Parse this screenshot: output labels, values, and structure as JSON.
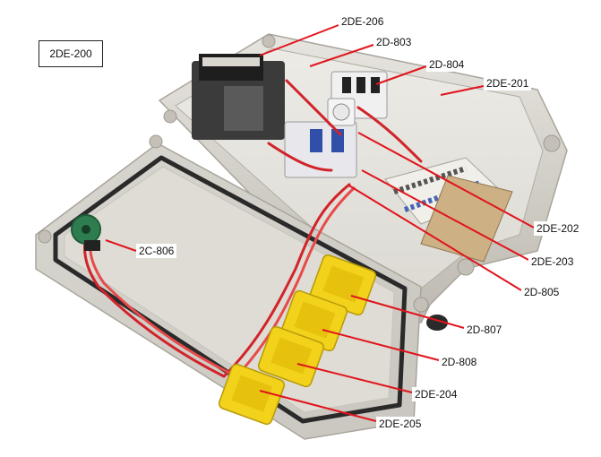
{
  "figure": {
    "title_code": "2DE-200",
    "callouts": [
      {
        "id": "c1",
        "label": "2DE-206"
      },
      {
        "id": "c2",
        "label": "2D-803"
      },
      {
        "id": "c3",
        "label": "2D-804"
      },
      {
        "id": "c4",
        "label": "2DE-201"
      },
      {
        "id": "c5",
        "label": "2C-806"
      },
      {
        "id": "c6",
        "label": "2DE-202"
      },
      {
        "id": "c7",
        "label": "2DE-203"
      },
      {
        "id": "c8",
        "label": "2D-805"
      },
      {
        "id": "c9",
        "label": "2D-807"
      },
      {
        "id": "c10",
        "label": "2D-808"
      },
      {
        "id": "c11",
        "label": "2DE-204"
      },
      {
        "id": "c12",
        "label": "2DE-205"
      }
    ],
    "colors": {
      "enclosure": "#d9d7d0",
      "enclosure_shadow": "#b9b6ad",
      "gasket": "#2a2a2a",
      "wire": "#d2232a",
      "terminal_yellow": "#f2d21b",
      "callout_line": "#e1141c"
    }
  }
}
